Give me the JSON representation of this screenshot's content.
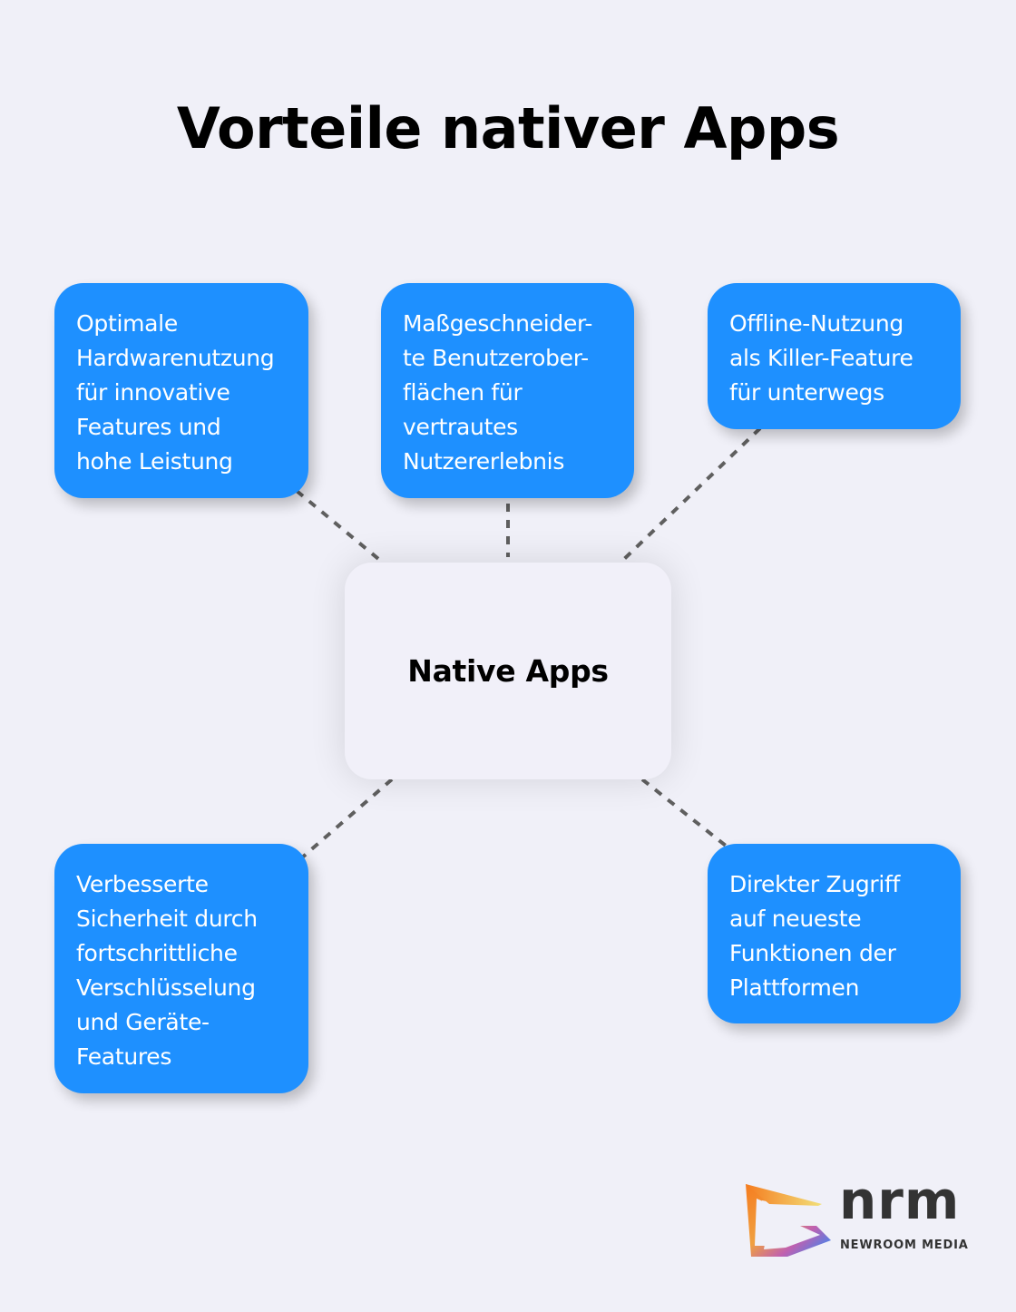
{
  "title": "Vorteile nativer Apps",
  "center": {
    "label": "Native Apps"
  },
  "nodes": [
    {
      "id": "top-left",
      "lines": [
        "Optimale",
        "Hardwarenutzung",
        "für innovative",
        "Features und",
        "hohe Leistung"
      ]
    },
    {
      "id": "top-center",
      "lines": [
        "Maßgeschneider-",
        "te Benutzerober-",
        "flächen für",
        "vertrautes",
        "Nutzererlebnis"
      ]
    },
    {
      "id": "top-right",
      "lines": [
        "Offline-Nutzung",
        "als Killer-Feature",
        "für unterwegs"
      ]
    },
    {
      "id": "bottom-left",
      "lines": [
        "Verbesserte",
        "Sicherheit durch",
        "fortschrittliche",
        "Verschlüsselung",
        "und Geräte-",
        "Features"
      ]
    },
    {
      "id": "bottom-right",
      "lines": [
        "Direkter Zugriff",
        "auf neueste",
        "Funktionen der",
        "Plattformen"
      ]
    }
  ],
  "colors": {
    "background": "#F0F0F8",
    "node_fill": "#1E90FF",
    "center_fill": "#F1F0F9",
    "connector": "#5F5F5F"
  },
  "logo": {
    "wordmark": "nrm",
    "tagline": "NEWROOM MEDIA"
  }
}
